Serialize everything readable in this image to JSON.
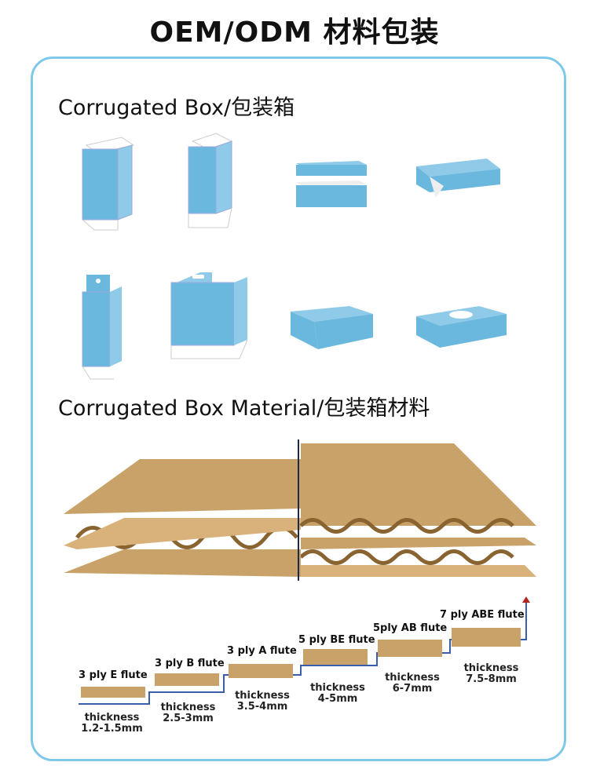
{
  "header": {
    "title": "OEM/ODM  材料包装"
  },
  "sections": {
    "boxes_heading": "Corrugated Box/包装箱",
    "material_heading": "Corrugated Box Material/包装箱材料"
  },
  "colors": {
    "box_blue": "#6bb8de",
    "cardboard": "#c9a26a",
    "frame_border": "#7fc8ea"
  },
  "flute_steps": [
    {
      "name": "3 ply E flute",
      "thickness_label": "thickness",
      "thickness_value": "1.2-1.5mm"
    },
    {
      "name": "3 ply B flute",
      "thickness_label": "thickness",
      "thickness_value": "2.5-3mm"
    },
    {
      "name": "3 ply A flute",
      "thickness_label": "thickness",
      "thickness_value": "3.5-4mm"
    },
    {
      "name": "5 ply BE flute",
      "thickness_label": "thickness",
      "thickness_value": "4-5mm"
    },
    {
      "name": "5ply AB flute",
      "thickness_label": "thickness",
      "thickness_value": "6-7mm"
    },
    {
      "name": "7 ply ABE flute",
      "thickness_label": "thickness",
      "thickness_value": "7.5-8mm"
    }
  ]
}
